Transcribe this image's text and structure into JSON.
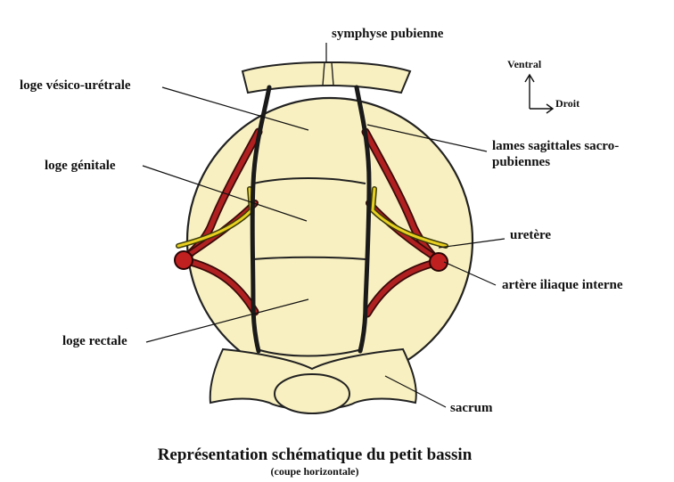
{
  "labels": {
    "symphyse": "symphyse pubienne",
    "loge_vesico": "loge vésico-urétrale",
    "loge_genitale": "loge génitale",
    "loge_rectale": "loge rectale",
    "lames_line1": "lames sagittales sacro-",
    "lames_line2": "pubiennes",
    "uretere": "uretère",
    "artere": "artère iliaque interne",
    "sacrum": "sacrum"
  },
  "orientation": {
    "ventral": "Ventral",
    "droit": "Droit"
  },
  "caption": {
    "title": "Représentation schématique du petit bassin",
    "subtitle": "(coupe horizontale)"
  },
  "colors": {
    "bone": "#f8f0c0",
    "outline": "#222222",
    "artery": "#b02020",
    "artery_outline": "#3a0a0a",
    "ureter": "#e8d020",
    "lame": "#1a1a1a"
  }
}
